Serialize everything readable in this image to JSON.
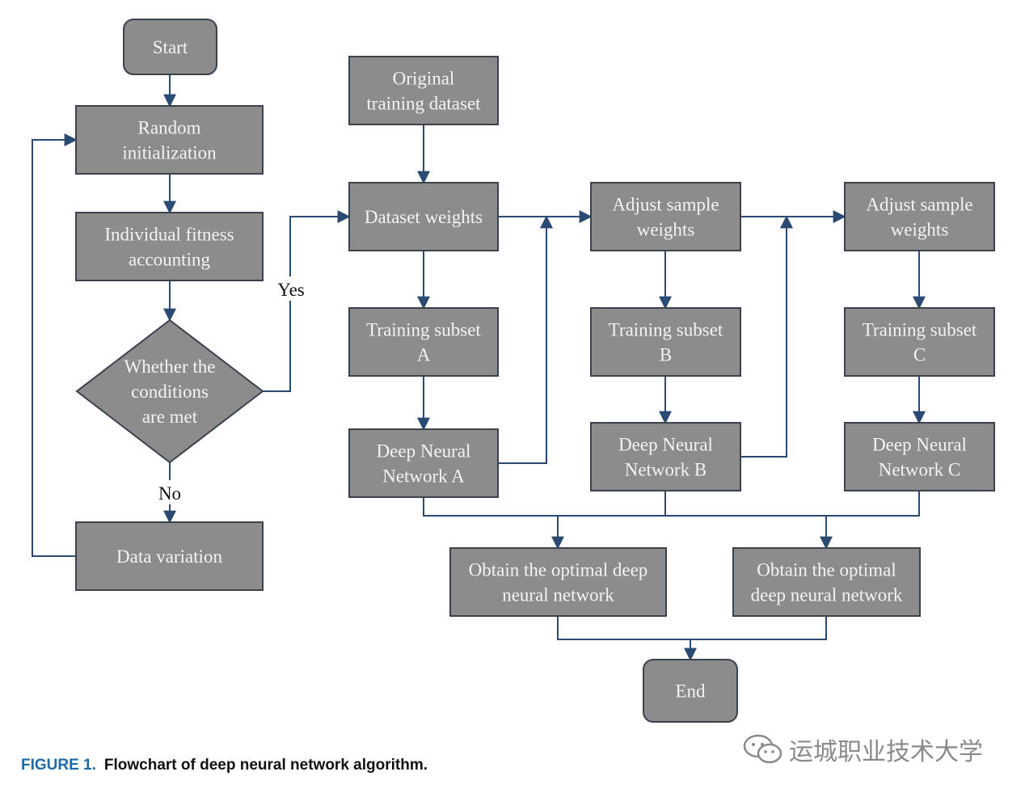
{
  "nodes": [
    {
      "id": "start",
      "shape": "rounded",
      "lines": [
        "Start"
      ]
    },
    {
      "id": "random_init",
      "shape": "rect",
      "lines": [
        "Random",
        "initialization"
      ]
    },
    {
      "id": "fitness",
      "shape": "rect",
      "lines": [
        "Individual fitness",
        "accounting"
      ]
    },
    {
      "id": "condition",
      "shape": "diamond",
      "lines": [
        "Whether the",
        "conditions",
        "are met"
      ]
    },
    {
      "id": "variation",
      "shape": "rect",
      "lines": [
        "Data variation"
      ]
    },
    {
      "id": "original",
      "shape": "rect",
      "lines": [
        "Original",
        "training dataset"
      ]
    },
    {
      "id": "dataset_weights",
      "shape": "rect",
      "lines": [
        "Dataset weights"
      ]
    },
    {
      "id": "adjust_b",
      "shape": "rect",
      "lines": [
        "Adjust sample",
        "weights"
      ]
    },
    {
      "id": "adjust_c",
      "shape": "rect",
      "lines": [
        "Adjust sample",
        "weights"
      ]
    },
    {
      "id": "subset_a",
      "shape": "rect",
      "lines": [
        "Training subset",
        "A"
      ]
    },
    {
      "id": "subset_b",
      "shape": "rect",
      "lines": [
        "Training subset",
        "B"
      ]
    },
    {
      "id": "subset_c",
      "shape": "rect",
      "lines": [
        "Training subset",
        "C"
      ]
    },
    {
      "id": "dnn_a",
      "shape": "rect",
      "lines": [
        "Deep Neural",
        "Network A"
      ]
    },
    {
      "id": "dnn_b",
      "shape": "rect",
      "lines": [
        "Deep Neural",
        "Network B"
      ]
    },
    {
      "id": "dnn_c",
      "shape": "rect",
      "lines": [
        "Deep Neural",
        "Network C"
      ]
    },
    {
      "id": "optimal_1",
      "shape": "rect",
      "lines": [
        "Obtain the optimal deep",
        "neural network"
      ]
    },
    {
      "id": "optimal_2",
      "shape": "rect",
      "lines": [
        "Obtain the optimal",
        "deep neural network"
      ]
    },
    {
      "id": "end",
      "shape": "rounded",
      "lines": [
        "End"
      ]
    }
  ],
  "edges": [
    {
      "from": "start",
      "to": "random_init"
    },
    {
      "from": "random_init",
      "to": "fitness"
    },
    {
      "from": "fitness",
      "to": "condition"
    },
    {
      "from": "condition",
      "to": "dataset_weights",
      "label": "Yes"
    },
    {
      "from": "condition",
      "to": "variation",
      "label": "No"
    },
    {
      "from": "variation",
      "to": "random_init"
    },
    {
      "from": "original",
      "to": "dataset_weights"
    },
    {
      "from": "dataset_weights",
      "to": "subset_a"
    },
    {
      "from": "subset_a",
      "to": "dnn_a"
    },
    {
      "from": "dataset_weights",
      "to": "adjust_b"
    },
    {
      "from": "dnn_a",
      "to": "adjust_b"
    },
    {
      "from": "adjust_b",
      "to": "subset_b"
    },
    {
      "from": "subset_b",
      "to": "dnn_b"
    },
    {
      "from": "adjust_b",
      "to": "adjust_c"
    },
    {
      "from": "dnn_b",
      "to": "adjust_c"
    },
    {
      "from": "adjust_c",
      "to": "subset_c"
    },
    {
      "from": "subset_c",
      "to": "dnn_c"
    },
    {
      "from": "dnn_a",
      "to": "optimal_1"
    },
    {
      "from": "dnn_b",
      "to": "optimal_1"
    },
    {
      "from": "dnn_b",
      "to": "optimal_2"
    },
    {
      "from": "dnn_c",
      "to": "optimal_2"
    },
    {
      "from": "optimal_1",
      "to": "end"
    },
    {
      "from": "optimal_2",
      "to": "end"
    }
  ],
  "caption": {
    "label": "FIGURE 1.",
    "text": "Flowchart of deep neural network algorithm."
  },
  "watermark": {
    "text": "运城职业技术大学",
    "icon": "wechat-icon"
  },
  "colors": {
    "node_fill": "#8c8c8c",
    "node_border": "#39424d",
    "connector": "#2a4a73",
    "figure_label": "#1e6aa8"
  }
}
